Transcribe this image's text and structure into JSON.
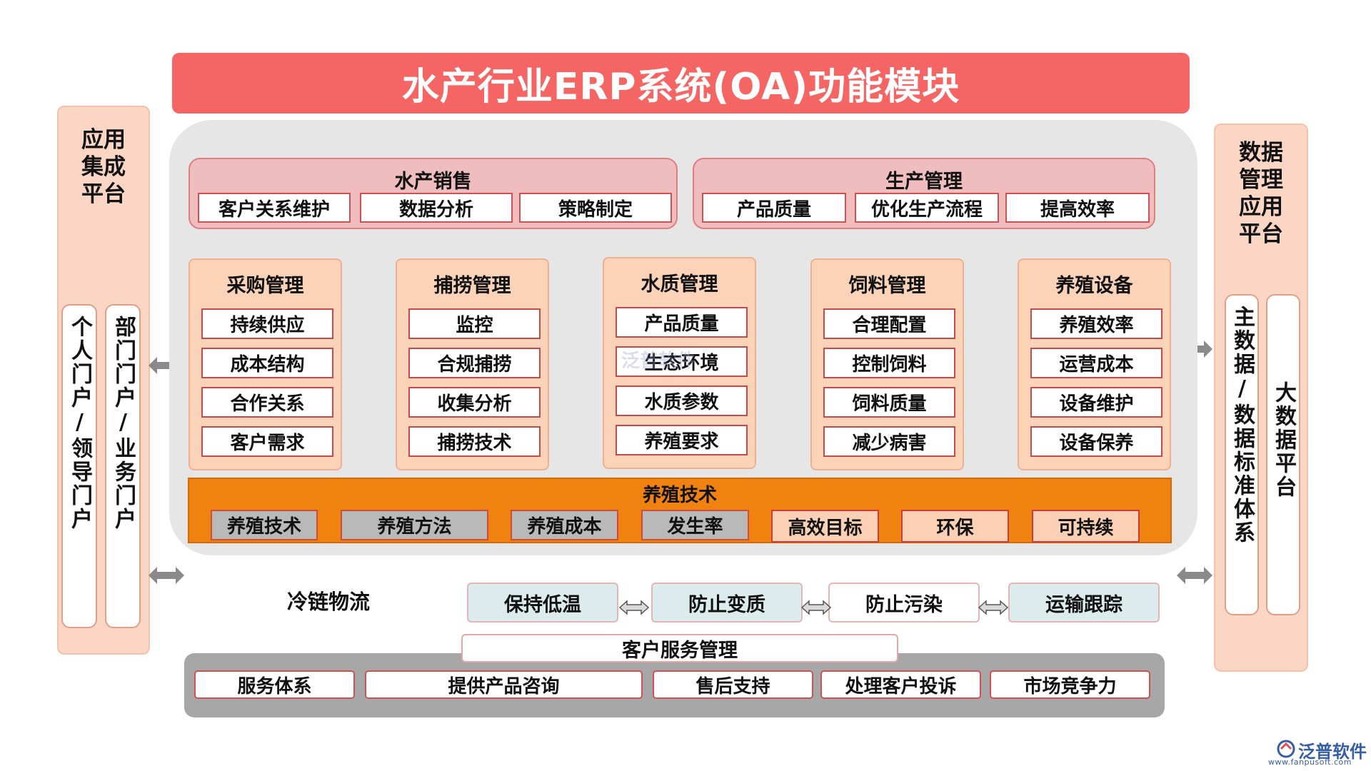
{
  "title": "水产行业ERP系统(OA)功能模块",
  "left_panel": {
    "title_lines": [
      "应用",
      "集成",
      "平台"
    ],
    "pills": [
      "个人门户/领导门户",
      "部门门户/业务门户"
    ]
  },
  "right_panel": {
    "title_lines": [
      "数据",
      "管理",
      "应用",
      "平台"
    ],
    "pills": [
      "主数据/数据标准体系",
      "大数据平台"
    ]
  },
  "top_groups": [
    {
      "title": "水产销售",
      "items": [
        "客户关系维护",
        "数据分析",
        "策略制定"
      ]
    },
    {
      "title": "生产管理",
      "items": [
        "产品质量",
        "优化生产流程",
        "提高效率"
      ]
    }
  ],
  "columns": [
    {
      "title": "采购管理",
      "items": [
        "持续供应",
        "成本结构",
        "合作关系",
        "客户需求"
      ]
    },
    {
      "title": "捕捞管理",
      "items": [
        "监控",
        "合规捕捞",
        "收集分析",
        "捕捞技术"
      ]
    },
    {
      "title": "水质管理",
      "items": [
        "产品质量",
        "生态环境",
        "水质参数",
        "养殖要求"
      ]
    },
    {
      "title": "饲料管理",
      "items": [
        "合理配置",
        "控制饲料",
        "饲料质量",
        "减少病害"
      ]
    },
    {
      "title": "养殖设备",
      "items": [
        "养殖效率",
        "运营成本",
        "设备维护",
        "设备保养"
      ]
    }
  ],
  "tech": {
    "title": "养殖技术",
    "gray_items": [
      "养殖技术",
      "养殖方法",
      "养殖成本",
      "发生率"
    ],
    "peach_items": [
      "高效目标",
      "环保",
      "可持续"
    ]
  },
  "cold_chain": {
    "label": "冷链物流",
    "items": [
      "保持低温",
      "防止变质",
      "防止污染",
      "运输跟踪"
    ]
  },
  "service": {
    "title": "客户服务管理",
    "items": [
      "服务体系",
      "提供产品咨询",
      "售后支持",
      "处理客户投诉",
      "市场竞争力"
    ]
  },
  "watermark": "泛普软件",
  "brand": {
    "name": "泛普软件",
    "url": "www.fanpusoft.com"
  },
  "colors": {
    "title_bar": "#f56564",
    "side_panel": "#fbd6c4",
    "top_group": "#efbdbd",
    "column_card": "#fbd3b9",
    "tech_band": "#f0820f",
    "cold_teal": "#dcecec",
    "service_band": "#a7a7a7"
  }
}
